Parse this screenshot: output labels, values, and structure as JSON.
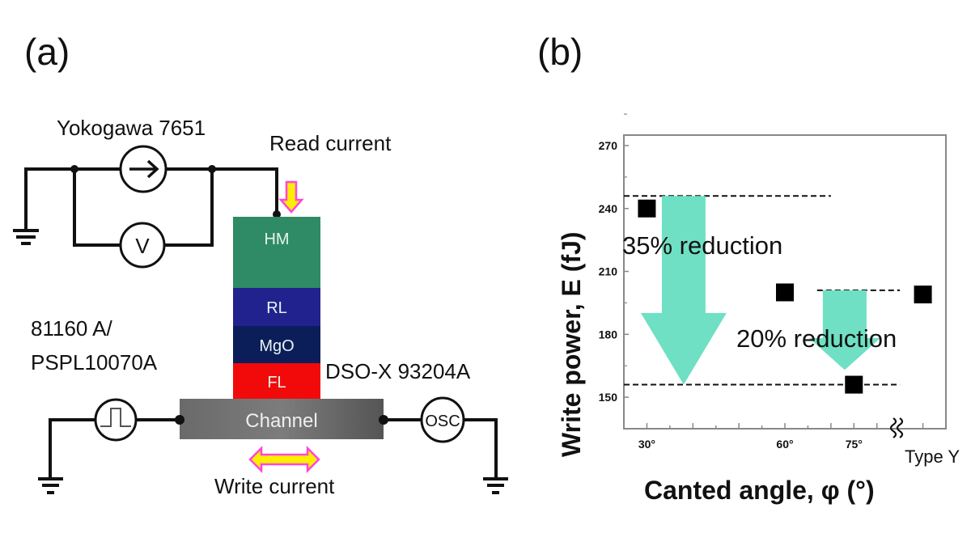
{
  "panel_a": {
    "label": "(a)",
    "current_source": {
      "name": "Yokogawa 7651",
      "icon": "arrow-right-icon"
    },
    "voltmeter": {
      "symbol": "V"
    },
    "read_current_label": "Read current",
    "pulse_generator": {
      "name_line1": "81160 A/",
      "name_line2": "PSPL10070A",
      "icon": "square-pulse-icon"
    },
    "oscilloscope": {
      "name": "DSO-X 93204A",
      "symbol": "OSC"
    },
    "write_current_label": "Write current",
    "stack_layers": [
      {
        "label": "HM",
        "color": "#2e8b66"
      },
      {
        "label": "RL",
        "color": "#22228f"
      },
      {
        "label": "MgO",
        "color": "#0c1e5a"
      },
      {
        "label": "FL",
        "color": "#f20a0a"
      }
    ],
    "channel": {
      "label": "Channel",
      "color": "#6b6b6b"
    },
    "arrow_colors": {
      "fill": "#ffee00",
      "outline": "#ff44dd"
    }
  },
  "panel_b": {
    "label": "(b)"
  },
  "chart_data": {
    "type": "scatter",
    "title": "",
    "xlabel": "Canted angle, φ (°)",
    "ylabel": "Write power, E (fJ)",
    "ylim": [
      135,
      275
    ],
    "yticks": [
      150,
      180,
      210,
      240,
      270
    ],
    "ytick_labels": [
      "150",
      "180",
      "210",
      "240",
      "270"
    ],
    "categories": [
      "30°",
      "60°",
      "75°",
      "Type Y"
    ],
    "x_positions_deg": [
      30,
      60,
      75,
      90
    ],
    "xlim": [
      25,
      95
    ],
    "axis_break_label": "≀≀",
    "series": [
      {
        "name": "Write power",
        "values": [
          240,
          200,
          156,
          199
        ],
        "marker": "square",
        "color": "#000000"
      }
    ],
    "reference_lines": [
      {
        "y": 246,
        "x_from": 25,
        "x_to": 70
      },
      {
        "y": 156,
        "x_from": 25,
        "x_to": 85
      },
      {
        "y": 201,
        "x_from": 67,
        "x_to": 85
      }
    ],
    "annotations": [
      {
        "text": "35% reduction",
        "arrow_from": 246,
        "arrow_to": 156,
        "arrow_x": 38,
        "color": "#6fe0c4"
      },
      {
        "text": "20% reduction",
        "arrow_from": 201,
        "arrow_to": 163,
        "arrow_x": 73,
        "color": "#6fe0c4"
      }
    ],
    "grid": false
  }
}
